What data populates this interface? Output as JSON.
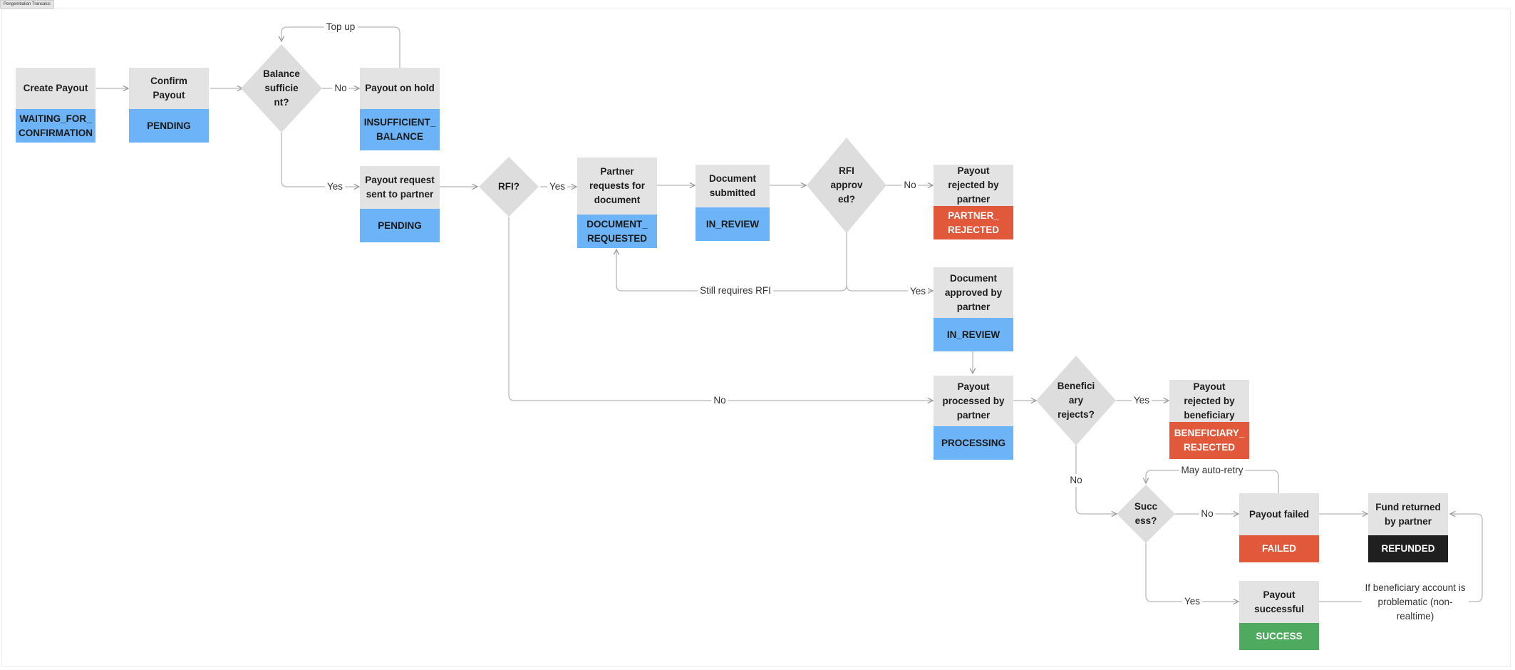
{
  "frame_label": "Pengembalian Transaksi",
  "nodes": {
    "create_payout": {
      "title": "Create Payout",
      "status": "WAITING_FOR_\nCONFIRMATION"
    },
    "confirm_payout": {
      "title": "Confirm Payout",
      "status": "PENDING"
    },
    "payout_on_hold": {
      "title": "Payout on hold",
      "status": "INSUFFICIENT_\nBALANCE"
    },
    "payout_request_sent": {
      "title": "Payout request sent to partner",
      "status": "PENDING"
    },
    "partner_requests_document": {
      "title": "Partner requests for document",
      "status": "DOCUMENT_\nREQUESTED"
    },
    "document_submitted": {
      "title": "Document submitted",
      "status": "IN_REVIEW"
    },
    "payout_rejected_partner": {
      "title": "Payout rejected by partner",
      "status": "PARTNER_\nREJECTED"
    },
    "document_approved": {
      "title": "Document approved by partner",
      "status": "IN_REVIEW"
    },
    "payout_processed": {
      "title": "Payout processed by partner",
      "status": "PROCESSING"
    },
    "payout_rejected_beneficiary": {
      "title": "Payout rejected by beneficiary",
      "status": "BENEFICIARY_\nREJECTED"
    },
    "payout_failed": {
      "title": "Payout failed",
      "status": "FAILED"
    },
    "fund_returned": {
      "title": "Fund returned by partner",
      "status": "REFUNDED"
    },
    "payout_successful": {
      "title": "Payout successful",
      "status": "SUCCESS"
    }
  },
  "decisions": {
    "balance": "Balance sufficie nt?",
    "rfi": "RFI?",
    "rfi_approved": "RFI approv ed?",
    "beneficiary": "Benefici ary rejects?",
    "success": "Succ ess?"
  },
  "edge_labels": {
    "top_up": "Top up",
    "no_balance": "No",
    "yes_balance": "Yes",
    "yes_rfi": "Yes",
    "no_rfi": "No",
    "no_rfi_approved": "No",
    "still_requires_rfi": "Still requires RFI",
    "yes_rfi_approved": "Yes",
    "yes_beneficiary": "Yes",
    "no_beneficiary": "No",
    "no_success": "No",
    "may_auto_retry": "May auto-retry",
    "yes_success": "Yes"
  },
  "note": "If beneficiary account is problematic (non-realtime)",
  "colors": {
    "node_title_bg": "#e3e3e3",
    "status_blue": "#6db3f7",
    "status_red": "#e2583a",
    "status_green": "#4eaa5e",
    "status_black": "#1f1f1f",
    "decision_fill": "#dddddd",
    "connector": "#b8b8b8"
  }
}
